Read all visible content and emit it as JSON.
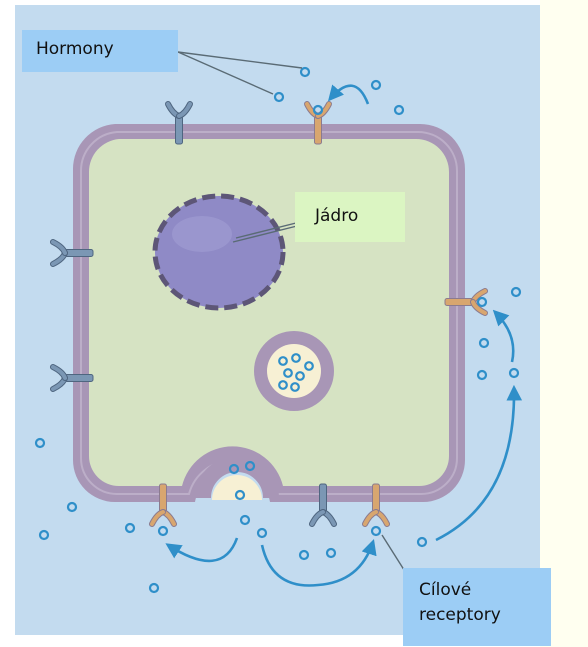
{
  "labels": {
    "hormones": "Hormony",
    "nucleus": "Jádro",
    "receptors_line1": "Cílové",
    "receptors_line2": "receptory"
  },
  "colors": {
    "page_background": "#ffffff",
    "side_panel": "#fffff0",
    "extracellular": "#c3dbef",
    "membrane": "#a896b6",
    "cytoplasm": "#d6e3c3",
    "nucleus": "#8f8ac6",
    "vesicle_interior": "#f7f0d4",
    "receptor_blue": "#7b97b4",
    "receptor_orange": "#d8a66f",
    "hormone": "#2f8fc9",
    "arrow": "#2f8fc9",
    "label_hormones_bg": "#9ccdf5",
    "label_nucleus_bg": "#dbf5c2",
    "label_receptors_bg": "#9ccdf5"
  },
  "icons": {
    "receptor": "y-shaped-receptor-icon",
    "hormone": "hormone-molecule-icon",
    "arrow": "curved-arrow-icon"
  }
}
